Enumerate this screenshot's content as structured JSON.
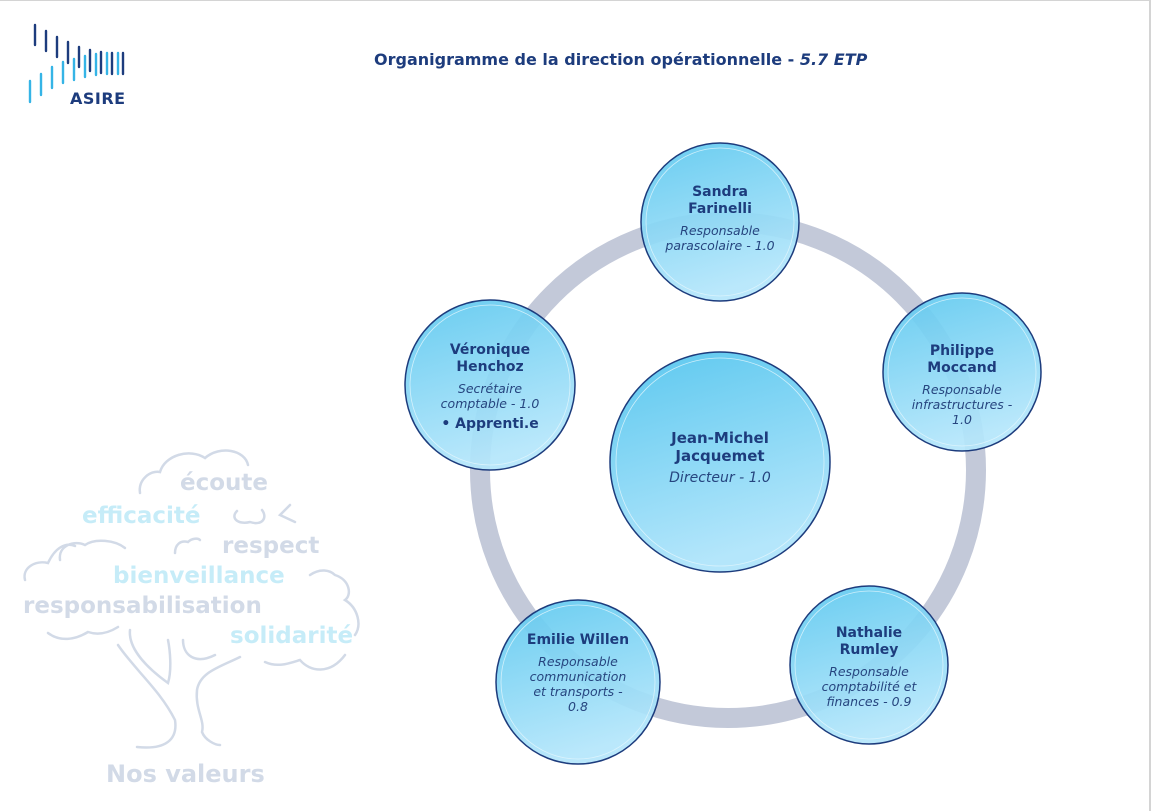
{
  "logo": {
    "text": "ASIRE",
    "colors": {
      "dark": "#1d3c7d",
      "light": "#35b4e6"
    }
  },
  "header": {
    "title": "Organigramme de la direction opérationnelle - ",
    "title_emphasis": "5.7 ETP"
  },
  "colors": {
    "text": "#1d3c7d",
    "circle_fill_top": "#5cc8ef",
    "circle_fill_bottom": "#b4e6fb",
    "circle_border": "#1d3c7d",
    "ring": "#c3c9d9",
    "values_grey": "#d2dae7",
    "values_blue": "#c6ecf8"
  },
  "org": {
    "center": {
      "name_line1": "Jean-Michel",
      "name_line2": "Jacquemet",
      "role": "Directeur - 1.0"
    },
    "members": [
      {
        "name_line1": "Sandra",
        "name_line2": "Farinelli",
        "role_line1": "Responsable",
        "role_line2": "parascolaire - 1.0"
      },
      {
        "name_line1": "Philippe",
        "name_line2": "Moccand",
        "role_line1": "Responsable",
        "role_line2": "infrastructures -",
        "role_line3": "1.0"
      },
      {
        "name_line1": "Nathalie",
        "name_line2": "Rumley",
        "role_line1": "Responsable",
        "role_line2": "comptabilité et",
        "role_line3": "finances - 0.9"
      },
      {
        "name_line1": "Emilie Willen",
        "role_line1": "Responsable",
        "role_line2": "communication",
        "role_line3": "et transports -",
        "role_line4": "0.8"
      },
      {
        "name_line1": "Véronique",
        "name_line2": "Henchoz",
        "role_line1": "Secrétaire",
        "role_line2": "comptable - 1.0",
        "extra": "• Apprenti.e"
      }
    ]
  },
  "values": {
    "caption": "Nos valeurs",
    "words": [
      "écoute",
      "efficacité",
      "respect",
      "bienveillance",
      "responsabilisation",
      "solidarité"
    ]
  }
}
